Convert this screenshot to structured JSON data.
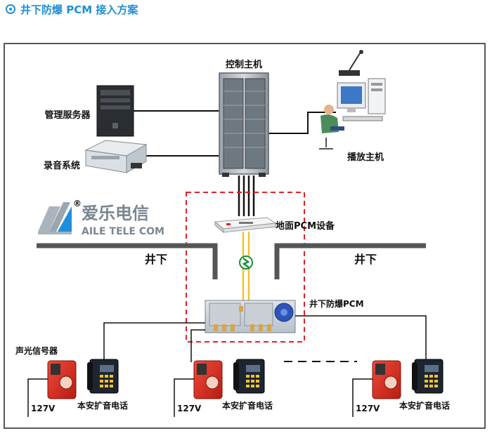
{
  "header": {
    "title": "井下防爆 PCM 接入方案"
  },
  "diagram": {
    "control_host": "控制主机",
    "mgmt_server": "管理服务器",
    "recording_system": "录音系统",
    "broadcast_host": "播放主机",
    "ground_pcm": "地面PCM设备",
    "underground_left": "井下",
    "underground_right": "井下",
    "underground_pcm": "井下防爆PCM",
    "signal_device": "声光信号器",
    "phone_1": "本安扩音电话",
    "phone_2": "本安扩音电话",
    "phone_3": "本安扩音电话",
    "voltage_1": "127V",
    "voltage_2": "127V",
    "voltage_3": "127V"
  },
  "logo": {
    "cn": "爱乐电信",
    "en": "AILE TELE COM"
  },
  "colors": {
    "title": "#1e8fd8",
    "dashed_box": "#e0202a",
    "fiber": "#f2c230",
    "ground_bar": "#555555"
  }
}
